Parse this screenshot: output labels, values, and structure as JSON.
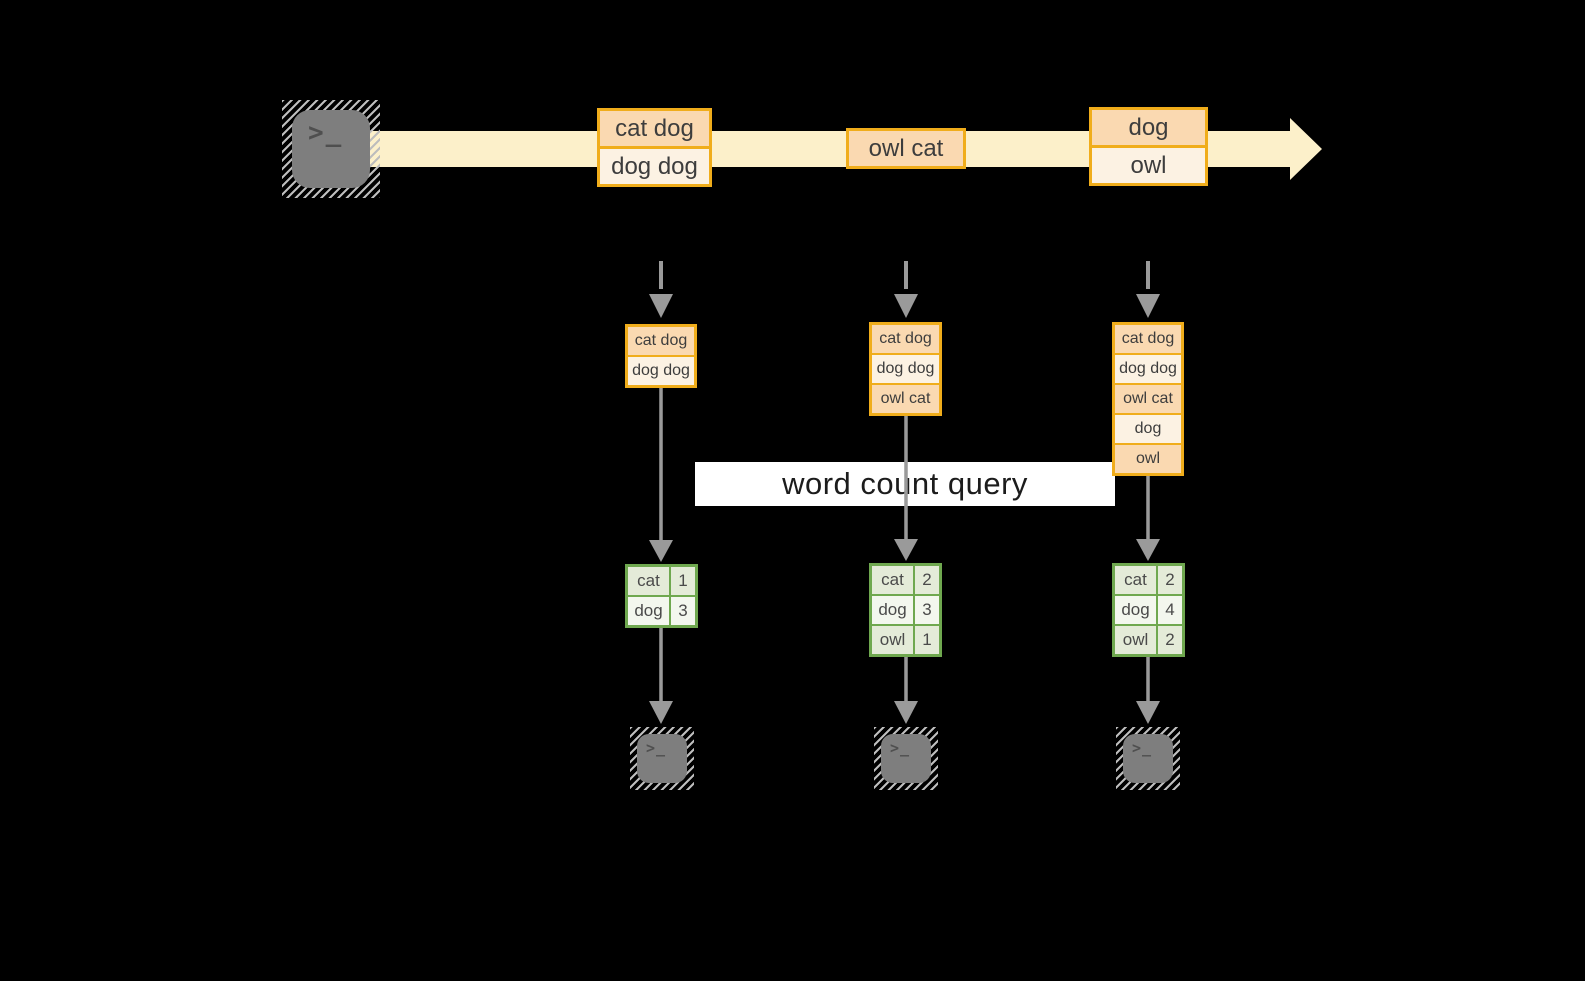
{
  "colors": {
    "background": "#000000",
    "stream_band": "#FCF0CA",
    "record_border": "#F0AD1B",
    "record_fill_dark": "#FAD9B1",
    "record_fill_light": "#FCF2E3",
    "table_border": "#6FA84F",
    "table_row_dark": "#E4EBD8",
    "table_row_light": "#F3F7EE",
    "arrow_gray": "#9A9A9A",
    "terminal_fill": "#7E7E7E",
    "query_label_bg": "#FFFFFF"
  },
  "icons": {
    "terminal_glyph": ">_"
  },
  "query_label": "word count query",
  "stream": {
    "batches": [
      {
        "records": [
          "cat dog",
          "dog dog"
        ]
      },
      {
        "records": [
          "owl cat"
        ]
      },
      {
        "records": [
          "dog",
          "owl"
        ]
      }
    ]
  },
  "columns": [
    {
      "window_records": [
        "cat dog",
        "dog dog"
      ],
      "counts": [
        {
          "word": "cat",
          "count": "1"
        },
        {
          "word": "dog",
          "count": "3"
        }
      ]
    },
    {
      "window_records": [
        "cat dog",
        "dog dog",
        "owl cat"
      ],
      "counts": [
        {
          "word": "cat",
          "count": "2"
        },
        {
          "word": "dog",
          "count": "3"
        },
        {
          "word": "owl",
          "count": "1"
        }
      ]
    },
    {
      "window_records": [
        "cat dog",
        "dog dog",
        "owl cat",
        "dog",
        "owl"
      ],
      "counts": [
        {
          "word": "cat",
          "count": "2"
        },
        {
          "word": "dog",
          "count": "4"
        },
        {
          "word": "owl",
          "count": "2"
        }
      ]
    }
  ]
}
